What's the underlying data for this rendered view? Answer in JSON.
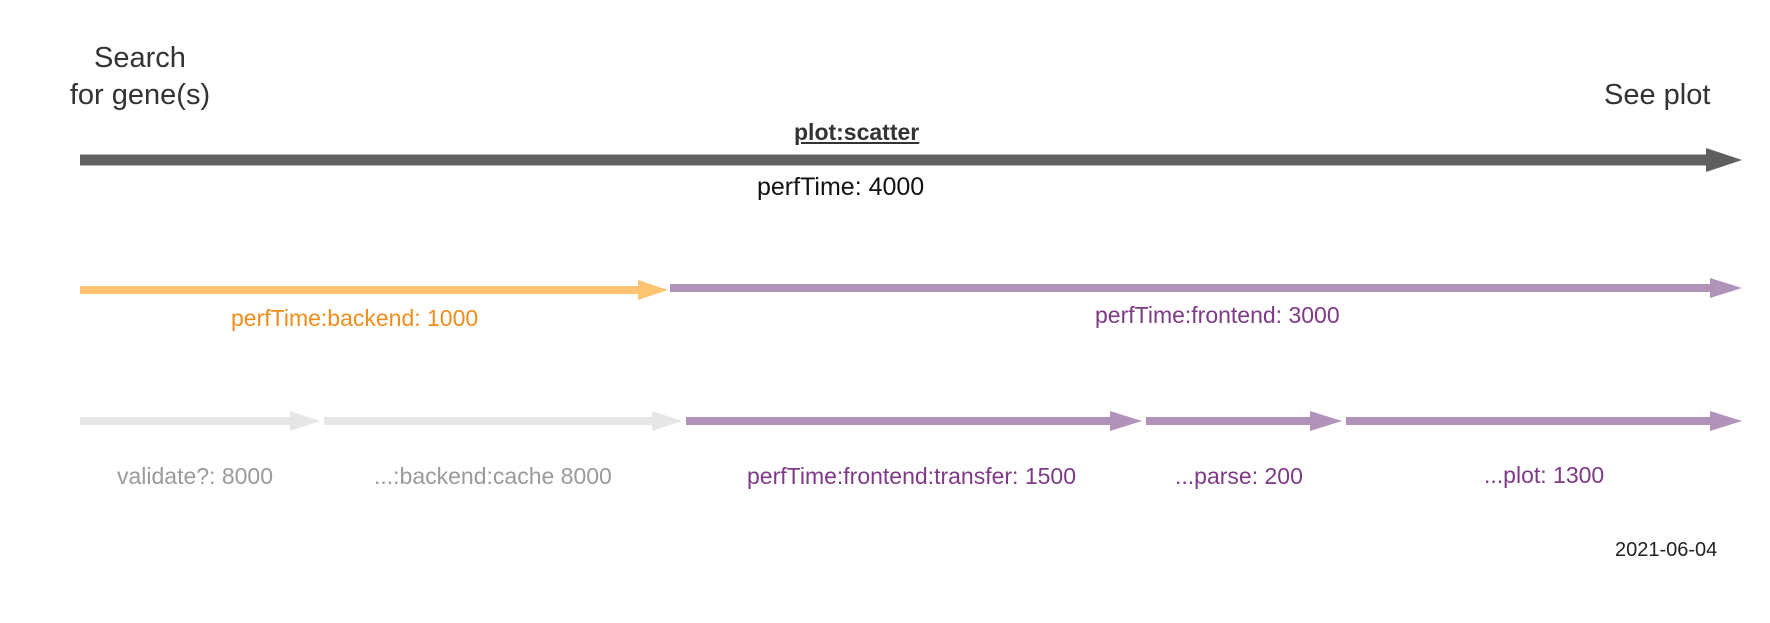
{
  "colors": {
    "total": "#5f5f5f",
    "backend": "#fec471",
    "frontend": "#b192b8",
    "inactive": "#e6e6e6",
    "backend_text": "#ef8d1b",
    "frontend_text": "#7e3a86",
    "inactive_text": "#9a9a9a",
    "text": "#333333"
  },
  "start_label": "Search for gene(s)",
  "start_label_lines": [
    "Search",
    "for gene(s)"
  ],
  "end_label": "See plot",
  "title": "plot:scatter",
  "date": "2021-06-04",
  "segments": [
    {
      "id": "total",
      "row": 0,
      "label": "perfTime: 4000",
      "kind": "total",
      "arrow_icon": "arrow-head-icon"
    },
    {
      "id": "backend",
      "row": 1,
      "label": "perfTime:backend: 1000",
      "kind": "backend",
      "arrow_icon": "arrow-head-icon"
    },
    {
      "id": "frontend",
      "row": 1,
      "label": "perfTime:frontend: 3000",
      "kind": "frontend",
      "arrow_icon": "arrow-head-icon"
    },
    {
      "id": "validate",
      "row": 2,
      "label": "validate?: 8000",
      "kind": "inactive",
      "arrow_icon": "arrow-head-icon"
    },
    {
      "id": "cache",
      "row": 2,
      "label": "...:backend:cache 8000",
      "kind": "inactive",
      "arrow_icon": "arrow-head-icon"
    },
    {
      "id": "transfer",
      "row": 2,
      "label": "perfTime:frontend:transfer: 1500",
      "kind": "frontend",
      "arrow_icon": "arrow-head-icon"
    },
    {
      "id": "parse",
      "row": 2,
      "label": "...parse: 200",
      "kind": "frontend",
      "arrow_icon": "arrow-head-icon"
    },
    {
      "id": "plot",
      "row": 2,
      "label": "...plot: 1300",
      "kind": "frontend",
      "arrow_icon": "arrow-head-icon"
    }
  ]
}
